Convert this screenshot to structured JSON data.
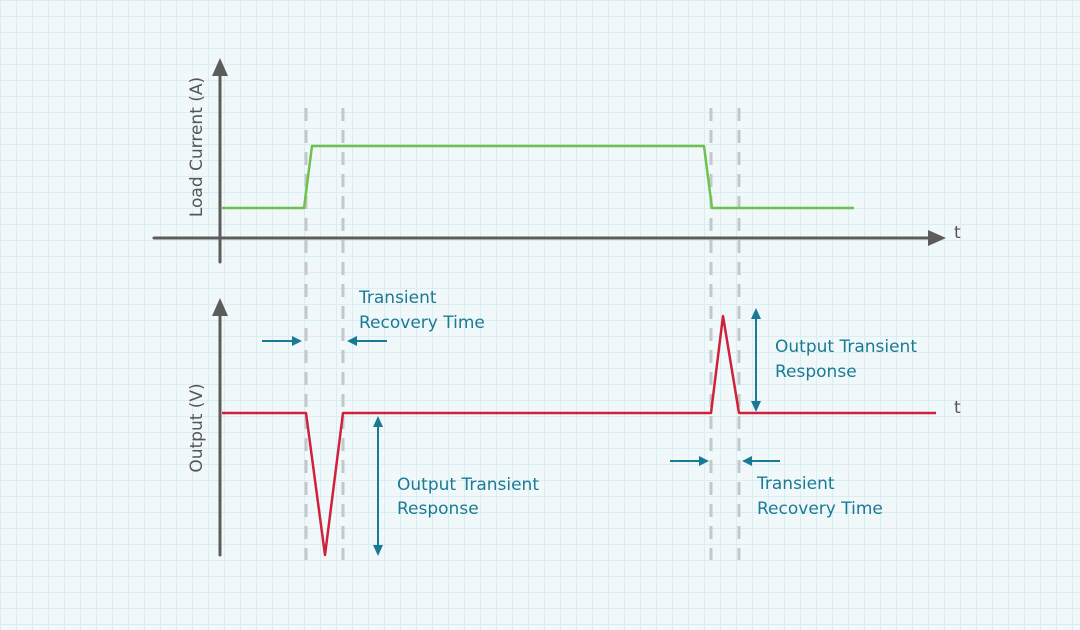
{
  "top_panel": {
    "y_axis_label": "Load Current (A)",
    "x_axis_label": "t",
    "trace_color": "#6cc24a"
  },
  "bottom_panel": {
    "y_axis_label": "Output (V)",
    "x_axis_label": "t",
    "trace_color": "#d0203a"
  },
  "annotations": {
    "left_recovery": [
      "Transient",
      "Recovery Time"
    ],
    "left_response": [
      "Output Transient",
      "Response"
    ],
    "right_response": [
      "Output Transient",
      "Response"
    ],
    "right_recovery": [
      "Transient",
      "Recovery Time"
    ],
    "color": "#1a7a94"
  }
}
